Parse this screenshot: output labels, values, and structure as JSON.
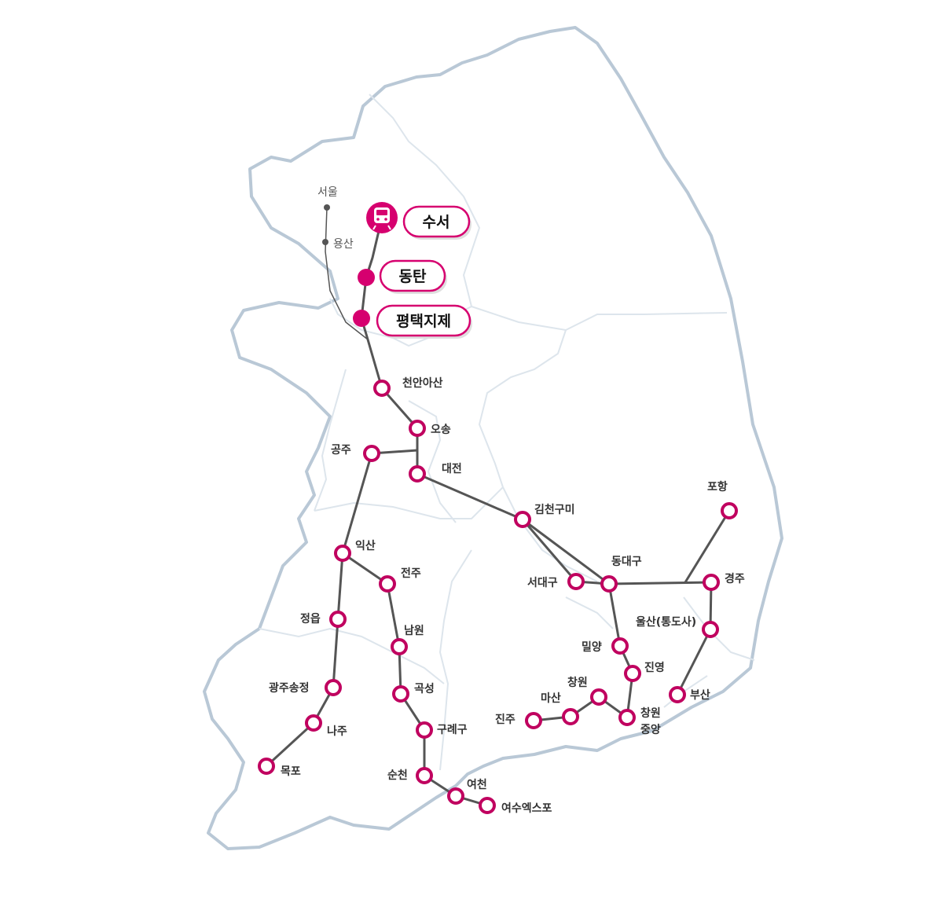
{
  "colors": {
    "accent": "#d6006f",
    "line": "#555555",
    "outline": "#b9c8d6",
    "border": "#dde5ec",
    "minor": "#555555"
  },
  "origin_icon": "train-icon",
  "minor_stations": {
    "seoul": "서울",
    "yongsan": "용산"
  },
  "featured_stations": {
    "suseo": "수서",
    "dongtan": "동탄",
    "pyeongtaek": "평택지제"
  },
  "stations": {
    "cheonanasan": "천안아산",
    "osong": "오송",
    "gongju": "공주",
    "daejeon": "대전",
    "gimcheongumi": "김천구미",
    "pohang": "포항",
    "iksan": "익산",
    "jeonju": "전주",
    "dongdaegu": "동대구",
    "seodaegu": "서대구",
    "gyeongju": "경주",
    "jeongeup": "정읍",
    "namwon": "남원",
    "ulsan": "울산(통도사)",
    "miryang": "밀양",
    "jinyeong": "진영",
    "gwangjusongjeong": "광주송정",
    "gokseong": "곡성",
    "changwon": "창원",
    "masan": "마산",
    "busan": "부산",
    "changwonjungang_1": "창원",
    "changwonjungang_2": "중앙",
    "jinju": "진주",
    "naju": "나주",
    "guryegu": "구례구",
    "mokpo": "목포",
    "suncheon": "순천",
    "yeocheon": "여천",
    "yeosuexpo": "여수엑스포"
  }
}
